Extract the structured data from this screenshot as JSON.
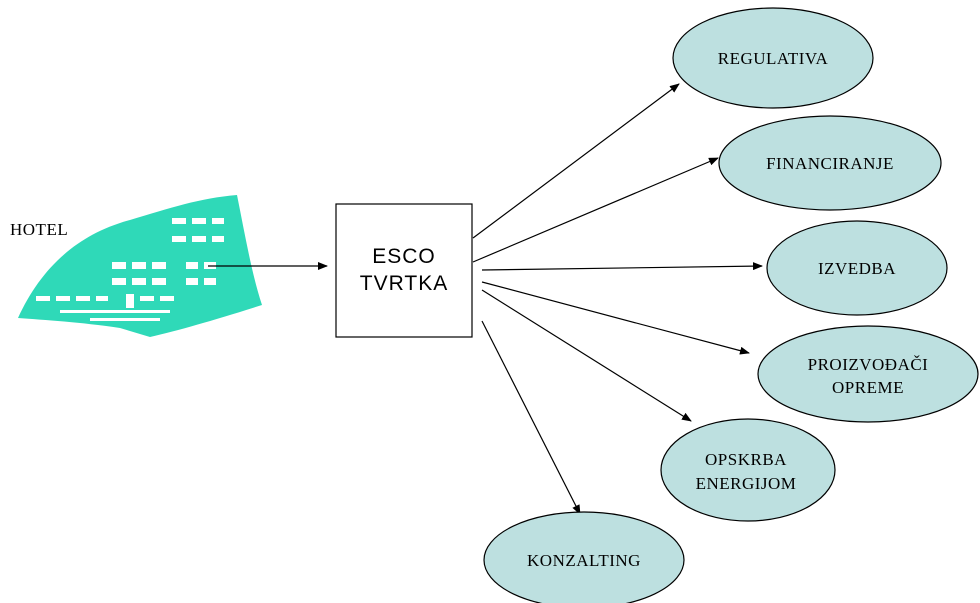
{
  "hotel": {
    "label": "HOTEL"
  },
  "esco": {
    "line1": "ESCO",
    "line2": "TVRTKA"
  },
  "targets": {
    "regulativa": [
      "REGULATIVA"
    ],
    "financiranje": [
      "FINANCIRANJE"
    ],
    "izvedba": [
      "IZVEDBA"
    ],
    "proizvodaci": [
      "PROIZVOĐAČI",
      "OPREME"
    ],
    "opskrba": [
      "OPSKRBA",
      "ENERGIJOM"
    ],
    "konzalting": [
      "KONZALTING"
    ]
  },
  "colors": {
    "oval_fill": "#bde0e0",
    "hotel_icon": "#2fd9b8",
    "line": "#000000"
  }
}
